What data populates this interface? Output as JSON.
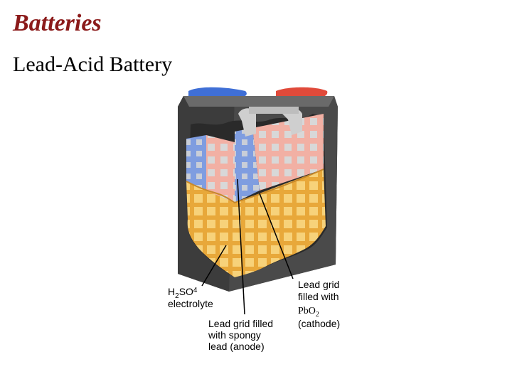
{
  "slide": {
    "title": "Batteries",
    "subtitle": "Lead-Acid Battery"
  },
  "diagram": {
    "labels": {
      "electrolyte": {
        "formula_h": "H",
        "formula_sub1": "2",
        "formula_so": "SO",
        "formula_sub2": "4",
        "line2": "electrolyte"
      },
      "anode": {
        "line1": "Lead grid filled",
        "line2": "with spongy",
        "line3": "lead (anode)"
      },
      "cathode": {
        "line1": "Lead grid",
        "line2": "filled with",
        "formula_pbo": "PbO",
        "formula_sub": "2",
        "line4": "(cathode)"
      }
    },
    "colors": {
      "title": "#8b1a1a",
      "case": "#3a3a3a",
      "electrolyte": "#f2c14e",
      "cathode_grid": "#e86a55",
      "anode_grid": "#5a7fd0",
      "terminal_negative": "#3f6fd6",
      "terminal_positive": "#e04a3a"
    }
  }
}
